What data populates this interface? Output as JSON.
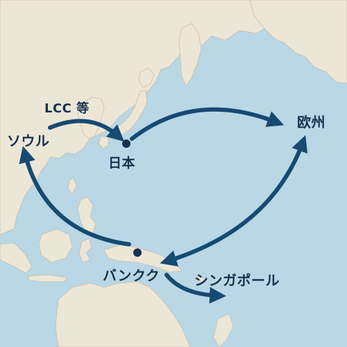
{
  "labels": {
    "lcc": "LCC 等",
    "seoul": "ソウル",
    "japan": "日本",
    "europe": "欧州",
    "bangkok": "バンクク",
    "singapore": "シンガポール"
  },
  "colors": {
    "sea": "#b9d7e5",
    "land": "#ece6d6",
    "border": "#c9bfae",
    "route": "#164a72",
    "text": "#16324f"
  },
  "routes": [
    {
      "from": "seoul",
      "to": "japan",
      "kind": "arrow"
    },
    {
      "from": "japan",
      "to": "europe",
      "kind": "arrow"
    },
    {
      "from": "europe",
      "to": "bangkok",
      "kind": "double-arrow"
    },
    {
      "from": "bangkok",
      "to": "seoul",
      "kind": "arrow"
    },
    {
      "from": "bangkok",
      "to": "singapore",
      "kind": "arrow"
    }
  ],
  "markers": [
    "japan",
    "bangkok"
  ]
}
